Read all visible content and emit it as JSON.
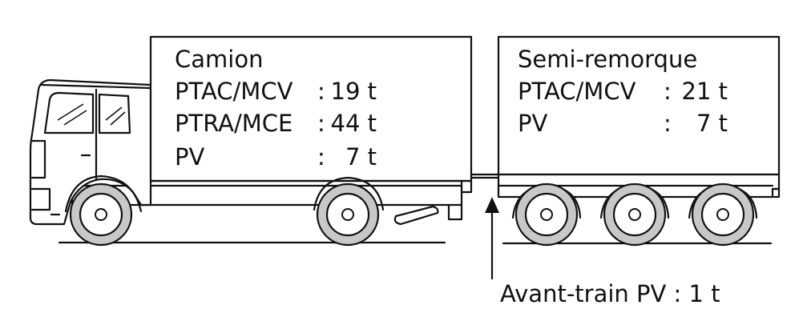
{
  "truck": {
    "title": "Camion",
    "rows": [
      {
        "label": "PTAC/MCV",
        "sep": ":",
        "value": "19 t"
      },
      {
        "label": "PTRA/MCE",
        "sep": ":",
        "value": "44 t"
      },
      {
        "label": "PV",
        "sep": ":",
        "value": "7 t"
      }
    ]
  },
  "trailer": {
    "title": "Semi-remorque",
    "rows": [
      {
        "label": "PTAC/MCV",
        "sep": ":",
        "value": "21 t"
      },
      {
        "label": "PV",
        "sep": ":",
        "value": "7 t"
      }
    ]
  },
  "annotation": {
    "text": "Avant-train PV : 1 t"
  },
  "colors": {
    "line": "#111111",
    "background": "#ffffff",
    "tire": "#c8c8c8"
  }
}
